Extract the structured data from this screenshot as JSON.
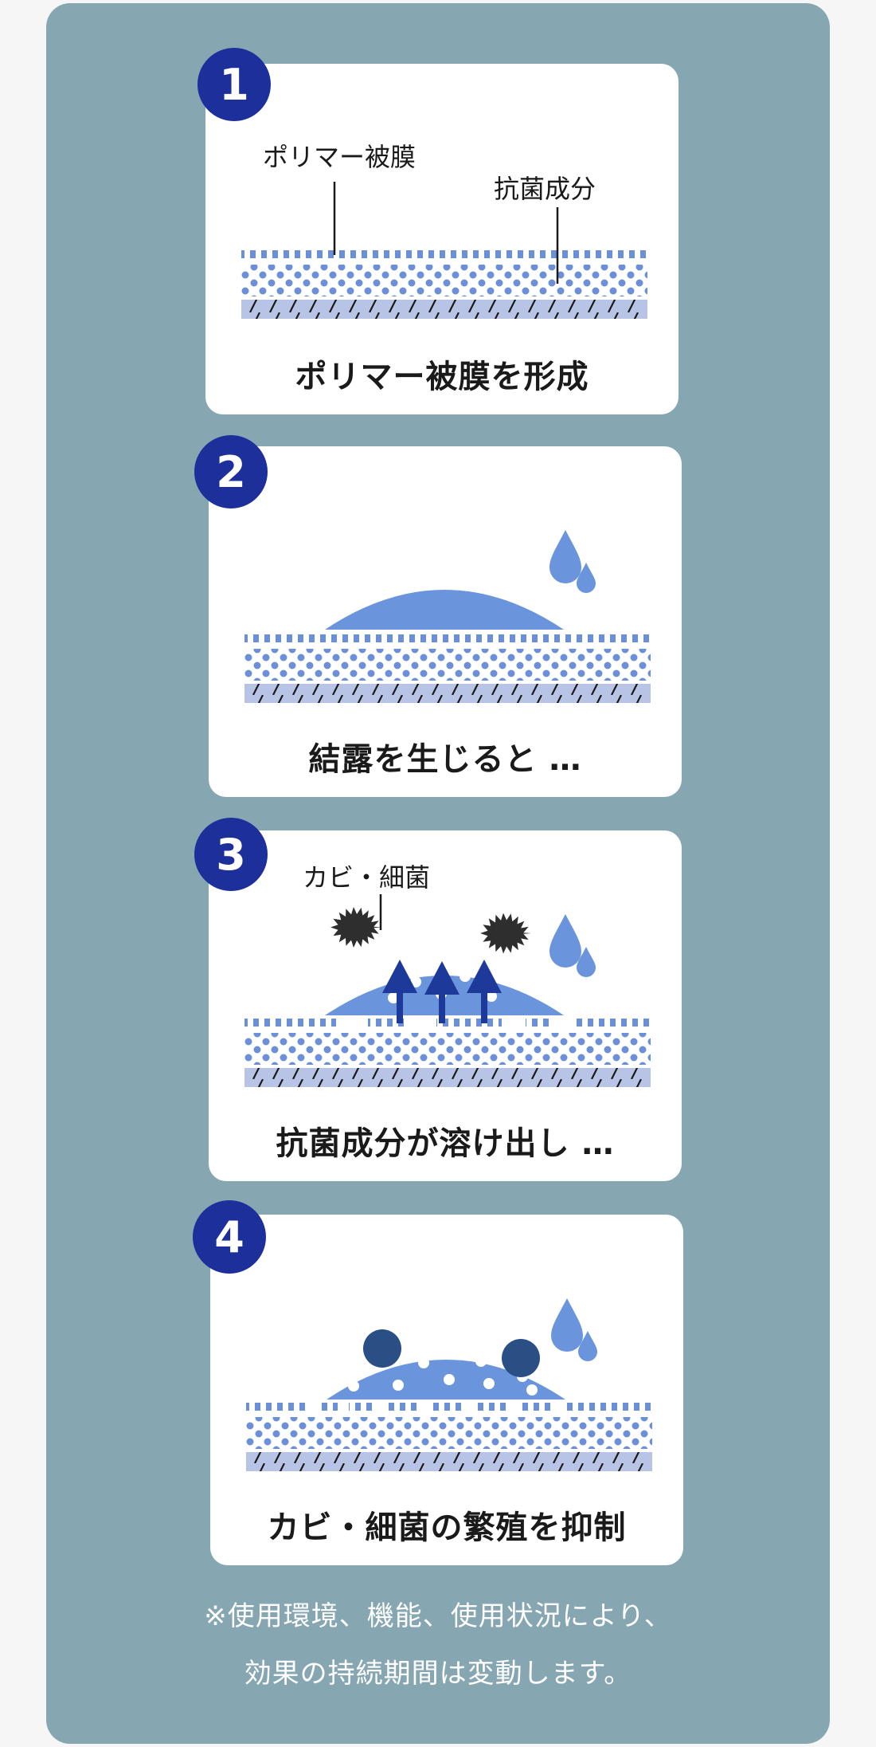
{
  "colors": {
    "panel": "#86a6b2",
    "badge": "#1c2f9a",
    "film": "#6b90d8",
    "droplet": "#6a95dc",
    "base_stripe": "#b8c4e6",
    "arrow": "#1d3a9a",
    "germ_dark": "#2e2e2e",
    "germ_inhibited": "#2a4f85"
  },
  "steps": [
    {
      "number": "1",
      "caption": "ポリマー被膜を形成",
      "labels": {
        "polymer": "ポリマー被膜",
        "agent": "抗菌成分"
      }
    },
    {
      "number": "2",
      "caption": "結露を生じると …"
    },
    {
      "number": "3",
      "caption": "抗菌成分が溶け出し …",
      "labels": {
        "germ": "カビ・細菌"
      }
    },
    {
      "number": "4",
      "caption": "カビ・細菌の繁殖を抑制"
    }
  ],
  "icons": {
    "droplet": "water-droplet-icon",
    "germ": "germ-icon",
    "arrow": "up-arrow-icon"
  },
  "footnote": {
    "line1": "※使用環境、機能、使用状況により、",
    "line2": "効果の持続期間は変動します。"
  }
}
